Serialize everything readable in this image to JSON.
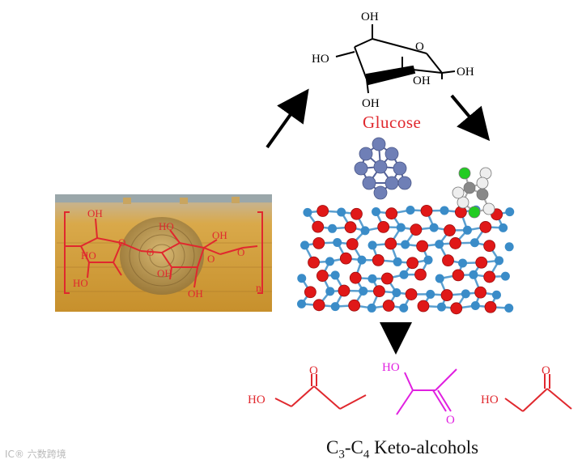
{
  "glucose": {
    "label": "Glucose",
    "groups": {
      "oh_top": "OH",
      "ring_o": "O",
      "oh_left": "HO",
      "oh_center": "OH",
      "oh_right": "OH",
      "oh_bottom": "OH"
    }
  },
  "cellulose": {
    "groups": {
      "oh_tl": "OH",
      "oh_left": "HO",
      "ho_mid": "HO",
      "oh_mid": "OH",
      "oh_bot": "OH",
      "oh_tr": "OH",
      "o_bridge": "O",
      "o_ring1": "O",
      "o_ring2": "O",
      "o_end": "O",
      "ho_bl": "HO",
      "repeat": "n"
    }
  },
  "products": {
    "label_c3": "C",
    "label_sub1": "3",
    "label_mid": "-C",
    "label_sub2": "4",
    "label_rest": " Keto-alcohols",
    "mol1": {
      "ho": "HO",
      "o": "O",
      "color": "#e0282e"
    },
    "mol2": {
      "ho": "HO",
      "o": "O",
      "color": "#e020e0"
    },
    "mol3": {
      "ho": "HO",
      "o": "O",
      "color": "#e0282e"
    }
  },
  "watermark": "IC® 六数跨境",
  "colors": {
    "red": "#e0282e",
    "magenta": "#e020e0",
    "oxygen": "#e01818",
    "silicon": "#3a8cc8",
    "cluster": "#6f7fb6"
  }
}
